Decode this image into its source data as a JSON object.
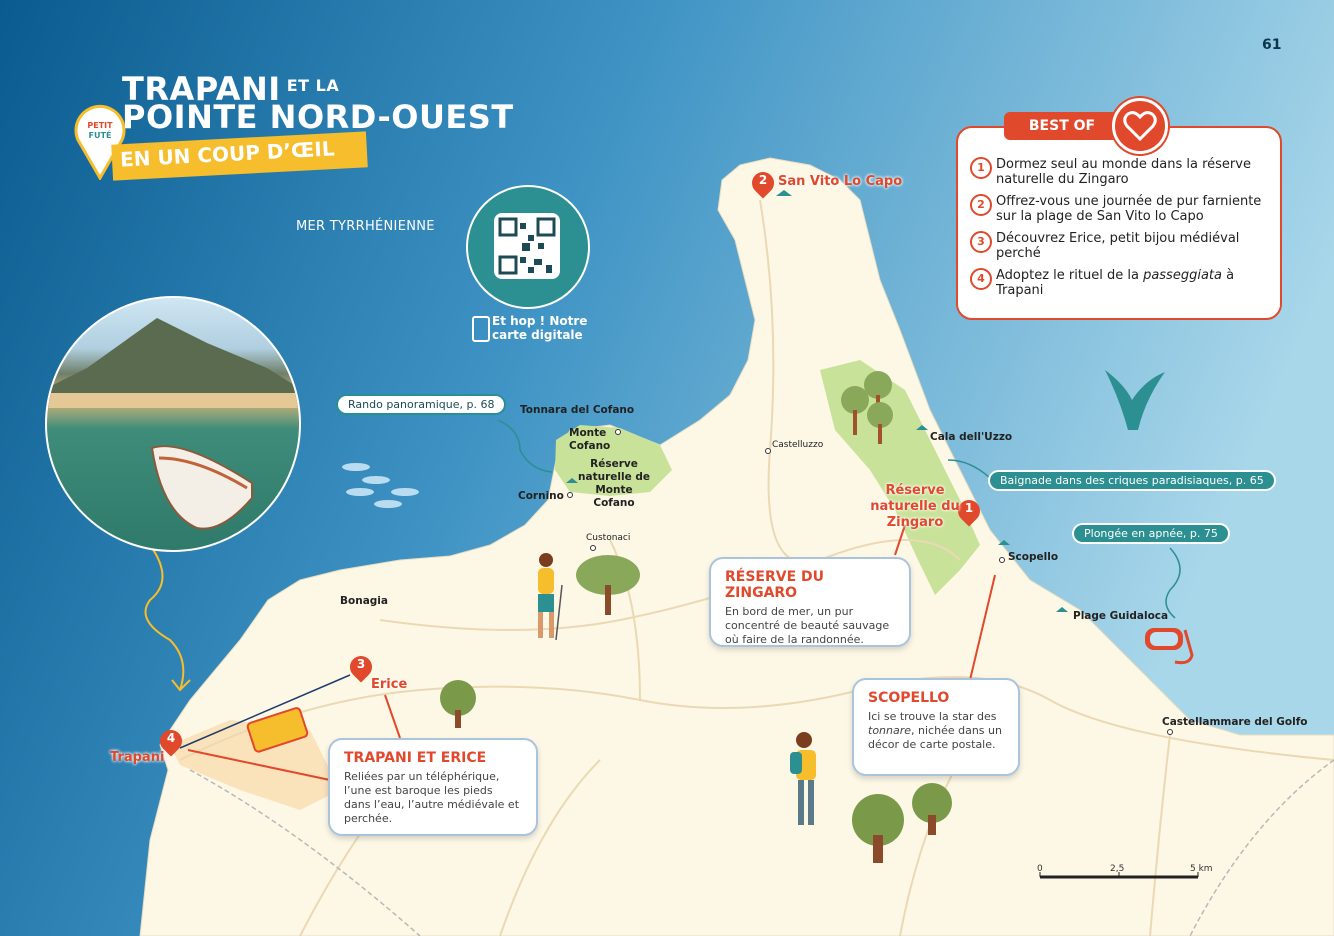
{
  "page_number": "61",
  "title": {
    "line1": "TRAPANI",
    "line1_small": "ET LA",
    "line2": "POINTE NORD-OUEST",
    "line3": "EN UN COUP D’ŒIL",
    "logo_text": "PETIT FUTÉ"
  },
  "sea_label": "MER TYRRHÉNIENNE",
  "qr_caption": "Et hop ! Notre carte digitale",
  "tags": {
    "rando": "Rando panoramique, p. 68",
    "baignade": "Baignade dans des criques paradisiaques, p. 65",
    "plongee": "Plongée en apnée, p. 75"
  },
  "places": {
    "san_vito": "San Vito Lo Capo",
    "tonnara": "Tonnara del Cofano",
    "monte_cofano": "Monte Cofano",
    "riserva_cofano": "Réserve naturelle de Monte Cofano",
    "cornino": "Cornino",
    "custonaci": "Custonaci",
    "castelluzzo": "Castelluzzo",
    "cala_uzzo": "Cala dell'Uzzo",
    "zingaro": "Réserve naturelle du Zingaro",
    "scopello": "Scopello",
    "guidaloca": "Plage Guidaloca",
    "castellammare": "Castellammare del Golfo",
    "bonagia": "Bonagia",
    "erice": "Erice",
    "trapani": "Trapani"
  },
  "markers": {
    "san_vito": "2",
    "zingaro": "1",
    "erice": "3",
    "trapani": "4"
  },
  "info_boxes": {
    "zingaro": {
      "title": "RÉSERVE DU ZINGARO",
      "text": "En bord de mer, un pur concentré de beauté sauvage où faire de la randonnée."
    },
    "scopello": {
      "title": "SCOPELLO",
      "text_before": "Ici se trouve la star des",
      "text_italic": "tonnare",
      "text_after": ", nichée dans un décor de carte postale."
    },
    "trapani_erice": {
      "title": "TRAPANI ET ERICE",
      "text": "Reliées par un téléphérique, l’une est baroque les pieds dans l’eau, l’autre médiévale et perchée."
    }
  },
  "best_of": {
    "label": "BEST OF",
    "items": [
      {
        "num": "1",
        "text": "Dormez seul au monde dans la réserve naturelle du Zingaro"
      },
      {
        "num": "2",
        "text": "Offrez-vous une journée de pur farniente sur la plage de San Vito lo Capo"
      },
      {
        "num": "3",
        "text": "Découvrez Erice, petit bijou médiéval perché"
      },
      {
        "num": "4",
        "text_before": "Adoptez le rituel de la",
        "text_italic": "passeggiata",
        "text_after": "à Trapani"
      }
    ]
  },
  "scale": {
    "labels": [
      "0",
      "2,5",
      "5 km"
    ]
  },
  "colors": {
    "accent": "#e0492b",
    "teal": "#2c8f91",
    "land": "#fdf7e6",
    "reserve": "#c9e29a",
    "yellow": "#f6bd2c"
  }
}
